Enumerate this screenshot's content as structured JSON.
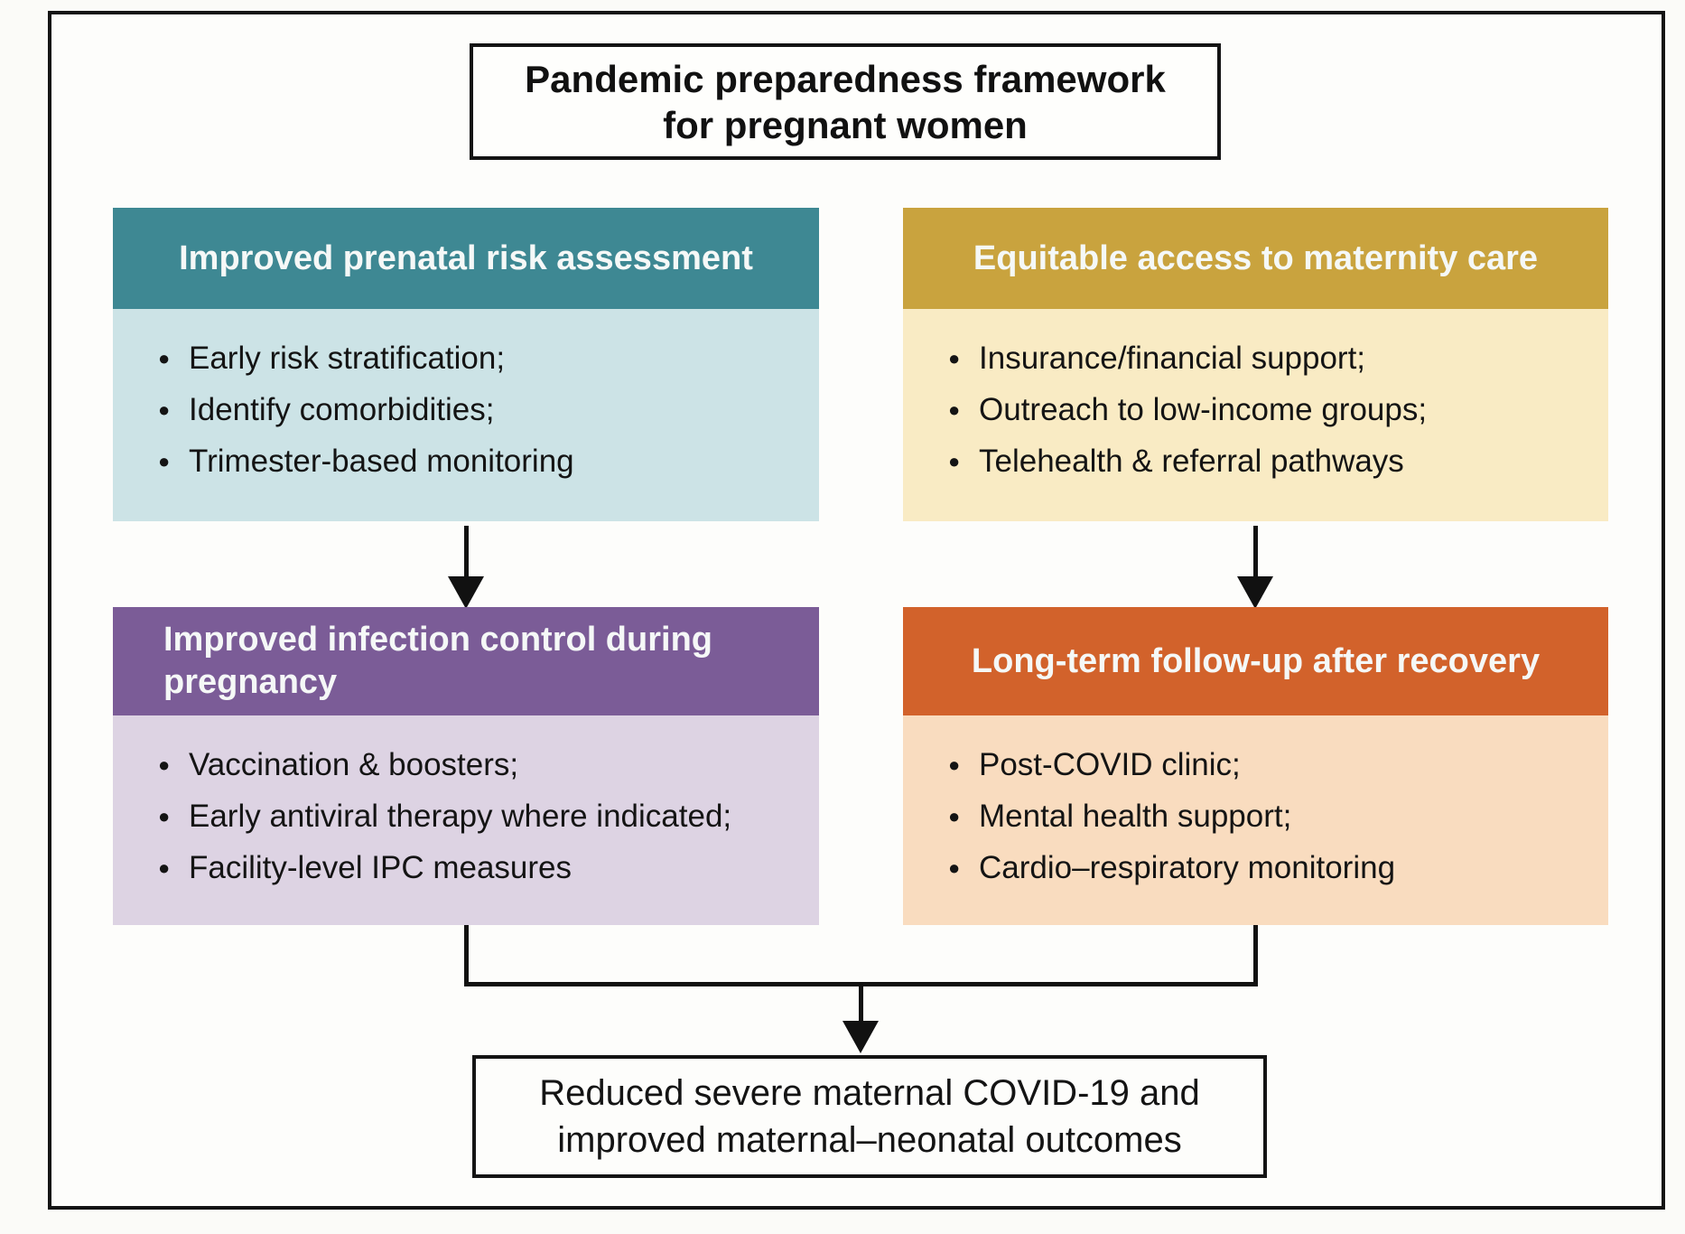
{
  "figure": {
    "title_lines": [
      "Pandemic preparedness framework",
      "for pregnant women"
    ],
    "outcome_lines": [
      "Reduced severe maternal COVID-19 and",
      "improved maternal–neonatal outcomes"
    ]
  },
  "boxes": [
    {
      "id": "prenatal",
      "title_lines": [
        "Improved prenatal risk assessment"
      ],
      "bullets": [
        "Early risk stratification;",
        "Identify comorbidities;",
        "Trimester-based monitoring"
      ],
      "header_color": "#3e8893",
      "body_color": "#cce3e6"
    },
    {
      "id": "equitable",
      "title_lines": [
        "Equitable access to maternity care"
      ],
      "bullets": [
        "Insurance/financial support;",
        "Outreach to low-income groups;",
        "Telehealth & referral pathways"
      ],
      "header_color": "#c9a33e",
      "body_color": "#f9ebc4"
    },
    {
      "id": "infection",
      "title_lines": [
        "Improved infection control during",
        "pregnancy"
      ],
      "bullets": [
        "Vaccination & boosters;",
        "Early antiviral therapy where indicated;",
        "Facility-level IPC measures"
      ],
      "header_color": "#7b5c97",
      "body_color": "#ddd3e3"
    },
    {
      "id": "followup",
      "title_lines": [
        "Long-term follow-up after recovery"
      ],
      "bullets": [
        "Post-COVID clinic;",
        "Mental health support;",
        "Cardio–respiratory monitoring"
      ],
      "header_color": "#d2622b",
      "body_color": "#f9dcbf"
    }
  ],
  "icons": {
    "bullet": "●",
    "arrow_down": "arrow-down-icon"
  },
  "colors": {
    "frame_border": "#141414",
    "background": "#fbfbf8",
    "header_text": "#f5f8f7",
    "body_text": "#141414"
  }
}
